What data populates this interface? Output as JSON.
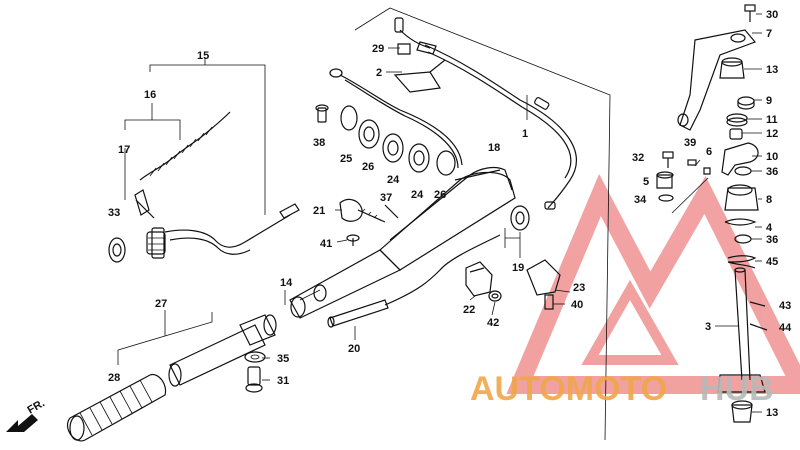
{
  "diagram": {
    "front_label": "FR.",
    "watermark": {
      "text_a": "AUTOMOTO",
      "text_b": "HUB",
      "color_a": "#f0a64a",
      "color_b": "#b9b9b9",
      "logo_color": "#e85555"
    },
    "callouts": [
      "1",
      "2",
      "3",
      "4",
      "5",
      "6",
      "7",
      "8",
      "9",
      "10",
      "11",
      "12",
      "13",
      "14",
      "15",
      "16",
      "17",
      "18",
      "19",
      "20",
      "21",
      "22",
      "23",
      "24",
      "25",
      "26",
      "27",
      "28",
      "29",
      "30",
      "31",
      "32",
      "33",
      "34",
      "35",
      "36",
      "37",
      "38",
      "39",
      "40",
      "41",
      "42",
      "43",
      "44",
      "45"
    ]
  }
}
